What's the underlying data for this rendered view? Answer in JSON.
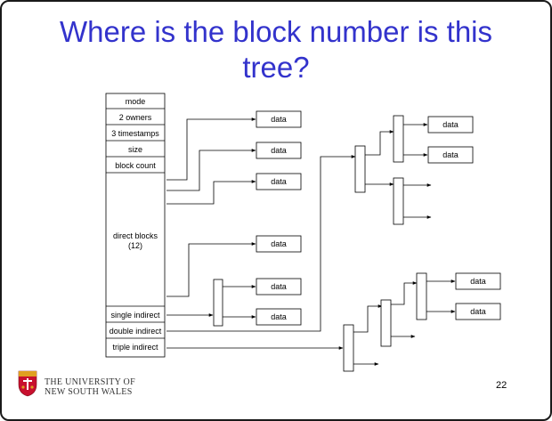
{
  "slide": {
    "title_line1": "Where is the block number is this",
    "title_line2": "tree?",
    "slide_number": "22"
  },
  "inode": {
    "fields": [
      "mode",
      "2 owners",
      "3 timestamps",
      "size",
      "block count"
    ],
    "direct_label_line1": "direct blocks",
    "direct_label_line2": "(12)",
    "indirect_fields": [
      "single indirect",
      "double indirect",
      "triple indirect"
    ]
  },
  "data_block_label": "data",
  "footer": {
    "university_line1": "THE UNIVERSITY OF",
    "university_line2": "NEW SOUTH WALES"
  },
  "colors": {
    "title": "#3333cc",
    "logo_red": "#c8102e",
    "logo_gold": "#e0a020"
  }
}
